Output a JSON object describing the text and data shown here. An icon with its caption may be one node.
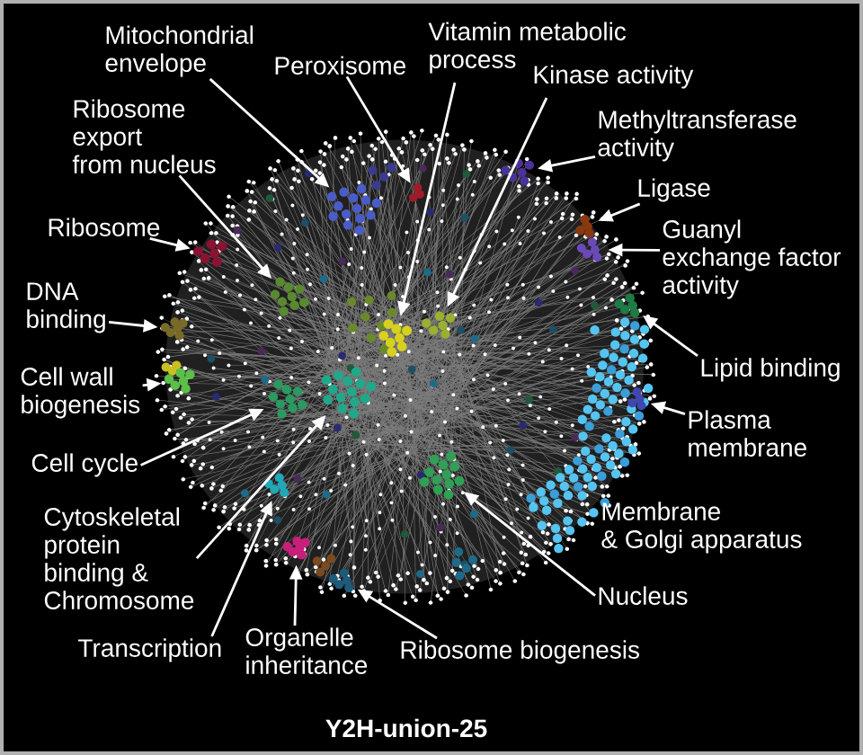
{
  "diagram": {
    "caption": "Y2H-union-25",
    "nodes": [
      {
        "text": [],
        "shape": "picture"
      },
      {
        "text": [
          "Mitochondrial envelope"
        ]
      },
      {
        "text": [
          "Vitamin metabolic process"
        ]
      },
      {
        "text": [
          "Peroxisome"
        ]
      },
      {
        "text": [
          "Kinase activity"
        ]
      },
      {
        "text": [
          "Ribosome export from nucleus"
        ]
      },
      {
        "text": [
          "Methyltransferase activity"
        ]
      },
      {
        "text": [
          "Ligase"
        ]
      },
      {
        "text": [
          "Ribosome"
        ]
      },
      {
        "text": [
          "Guanyl exchange factor activity"
        ]
      },
      {
        "text": [
          "DNA binding"
        ]
      },
      {
        "text": [
          "Lipid binding"
        ]
      },
      {
        "text": [
          "Cell wall biogenesis"
        ]
      },
      {
        "text": [
          "Plasma membrane"
        ]
      },
      {
        "text": [
          "Cell cycle"
        ]
      },
      {
        "text": [
          "Cytoskeletal protein binding & Chromosome"
        ]
      },
      {
        "text": [
          "Nucleus"
        ]
      },
      {
        "text": [
          "Organelle inheritance"
        ]
      },
      {
        "text": [
          "Transcription"
        ]
      },
      {
        "text": [
          "Ribosome biogenesis"
        ]
      },
      {
        "text": [],
        "shape": "circle",
        "in": 0
      },
      {
        "text": [],
        "shape": "circle",
        "in": 0
      },
      {
        "text": [],
        "shape": "circle",
        "in": 0
      },
      {
        "text": [],
        "shape": "circle",
        "in": 0
      },
      {
        "text": [],
        "shape": "circle",
        "in": 0
      },
      {
        "text": [],
        "shape": "circle",
        "in": 0
      },
      {
        "text": [],
        "shape": "circle",
        "in": 0
      },
      {
        "text": [],
        "shape": "circle",
        "in": 0
      },
      {
        "text": [],
        "shape": "circle",
        "in": 0
      },
      {
        "text": [],
        "shape": "circle",
        "in": 0
      },
      {
        "text": [],
        "shape": "circle",
        "in": 0
      },
      {
        "text": [],
        "shape": "circle",
        "in": 0
      },
      {
        "text": [],
        "shape": "circle",
        "in": 0
      },
      {
        "text": [],
        "shape": "circle",
        "in": 0
      },
      {
        "text": [],
        "shape": "circle",
        "in": 0
      },
      {
        "text": [],
        "shape": "circle",
        "in": 0
      },
      {
        "text": [],
        "shape": "circle",
        "in": 0
      },
      {
        "text": [],
        "shape": "circle",
        "in": 0
      },
      {
        "text": [],
        "shape": "circle",
        "in": 0
      }
    ],
    "edges": [
      {
        "from": 1,
        "to": 20,
        "arrow": "to"
      },
      {
        "from": 2,
        "to": 21,
        "arrow": "to"
      },
      {
        "from": 3,
        "to": 22,
        "arrow": "to"
      },
      {
        "from": 4,
        "to": 23,
        "arrow": "to"
      },
      {
        "from": 5,
        "to": 24,
        "arrow": "to"
      },
      {
        "from": 6,
        "to": 25,
        "arrow": "to"
      },
      {
        "from": 7,
        "to": 26,
        "arrow": "to"
      },
      {
        "from": 8,
        "to": 27,
        "arrow": "to"
      },
      {
        "from": 9,
        "to": 28,
        "arrow": "to"
      },
      {
        "from": 10,
        "to": 29,
        "arrow": "to"
      },
      {
        "from": 11,
        "to": 30,
        "arrow": "to"
      },
      {
        "from": 12,
        "to": 31,
        "arrow": "to"
      },
      {
        "from": 13,
        "to": 32,
        "arrow": "to"
      },
      {
        "from": 14,
        "to": 33,
        "arrow": "to"
      },
      {
        "from": 15,
        "to": 34,
        "arrow": "to"
      },
      {
        "from": 16,
        "to": 35,
        "arrow": "to"
      },
      {
        "from": 17,
        "to": 36,
        "arrow": "to"
      },
      {
        "from": 18,
        "to": 37,
        "arrow": "to"
      },
      {
        "from": 19,
        "to": 38,
        "arrow": "to"
      }
    ],
    "labels": [
      "Membrane & Golgi apparatus"
    ]
  }
}
